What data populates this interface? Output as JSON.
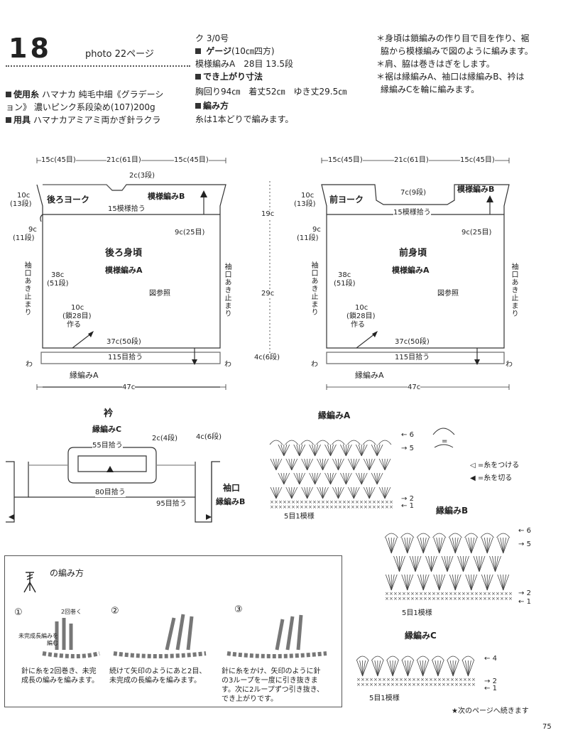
{
  "header": {
    "number": "18",
    "photo": "photo 22ページ"
  },
  "materials": {
    "yarn_label": "使用糸",
    "yarn_line1": "ハマナカ 純毛中細《グラデーシ",
    "yarn_line2": "ョン》 濃いピンク系段染め(107)200g",
    "tools_label": "用具",
    "tools_text": "ハマナカアミアミ両かぎ針ラクラ",
    "tools_cont": "ク 3/0号"
  },
  "gauge": {
    "label": "ゲージ",
    "unit": "(10㎝四方)",
    "value": "模様編みA　28目 13.5段"
  },
  "size": {
    "label": "でき上がり寸法",
    "value": "胸回り94㎝　着丈52㎝　ゆき丈29.5㎝"
  },
  "method": {
    "label": "編み方",
    "text": "糸は1本どりで編みます。"
  },
  "notes": [
    "＊身頃は鎖編みの作り目で目を作り、裾",
    "脇から模様編みで図のように編みます。",
    "＊肩、脇は巻きはぎをします。",
    "＊裾は縁編みA、袖口は縁編みB、衿は",
    "縁編みCを輪に編みます。"
  ],
  "back": {
    "top_dims": [
      "15c(45目)",
      "21c(61目)",
      "15c(45目)"
    ],
    "neck": "2c(3段)",
    "yoke_title": "後ろヨーク",
    "pattern_b": "模様編みB",
    "pickup15": "15模様拾う",
    "left10": "10c",
    "left10b": "(13段)",
    "left9": "9c",
    "left9b": "(11段)",
    "right9": "9c(25目)",
    "body_title": "後ろ身頃",
    "pattern_a": "模様編みA",
    "ref": "図参照",
    "left38": "38c",
    "left38b": "(51段)",
    "sleeve_stop": "袖口あき止まり",
    "chain10": "10c",
    "chain10b": "(鎖28目)",
    "chain10c": "作る",
    "hem37": "37c(50段)",
    "pickup115": "115目拾う",
    "wa_left": "わ",
    "wa_right": "わ",
    "border_a": "縁編みA",
    "width47": "47c"
  },
  "middle_dims": {
    "d19": "19c",
    "d29": "29c",
    "d4": "4c(6段)"
  },
  "front": {
    "top_dims": [
      "15c(45目)",
      "21c(61目)",
      "15c(45目)"
    ],
    "neck": "7c(9段)",
    "yoke_title": "前ヨーク",
    "pattern_b": "模様編みB",
    "pickup15": "15模様拾う",
    "left10": "10c",
    "left10b": "(13段)",
    "left9": "9c",
    "left9b": "(11段)",
    "right9": "9c(25目)",
    "body_title": "前身頃",
    "pattern_a": "模様編みA",
    "ref": "図参照",
    "left38": "38c",
    "left38b": "(51段)",
    "sleeve_stop": "袖口あき止まり",
    "chain10": "10c",
    "chain10b": "(鎖28目)",
    "chain10c": "作る",
    "hem37": "37c(50段)",
    "pickup115": "115目拾う",
    "wa_left": "わ",
    "wa_right": "わ",
    "border_a": "縁編みA",
    "width47": "47c"
  },
  "collar": {
    "title": "衿",
    "border_c": "縁編みC",
    "pick55": "55目拾う",
    "d2": "2c(4段)",
    "d4": "4c(6段)",
    "pick80": "80目拾う",
    "pick95": "95目拾う",
    "cuff_title": "袖口",
    "border_b": "縁編みB"
  },
  "chart_a": {
    "title": "縁編みA",
    "rows": [
      "6",
      "5",
      "2",
      "1"
    ],
    "repeat": "5目1模様",
    "legend1": "◁ =糸をつける",
    "legend2": "◀ =糸を切る"
  },
  "chart_b": {
    "title": "縁編みB",
    "rows": [
      "6",
      "5",
      "2",
      "1"
    ],
    "repeat": "5目1模様"
  },
  "chart_c": {
    "title": "縁編みC",
    "rows": [
      "4",
      "2",
      "1"
    ],
    "repeat": "5目1模様"
  },
  "howto": {
    "title": "の編み方",
    "step1_num": "①",
    "step1_label": "2回巻く",
    "step1_note1": "未完成長編みを",
    "step1_note2": "編む",
    "step1_text1": "針に糸を2回巻き、未完",
    "step1_text2": "成長の編みを編みます。",
    "step2_num": "②",
    "step2_text1": "続けて矢印のようにあと2目、",
    "step2_text2": "未完成の長編みを編みます。",
    "step3_num": "③",
    "step3_text1": "針に糸をかけ、矢印のように針",
    "step3_text2": "の3ループを一度に引き抜きま",
    "step3_text3": "す。次に2ループずつ引き抜き、",
    "step3_text4": "でき上がりです。"
  },
  "footer": {
    "continue": "★次のページへ続きます",
    "page": "75"
  }
}
